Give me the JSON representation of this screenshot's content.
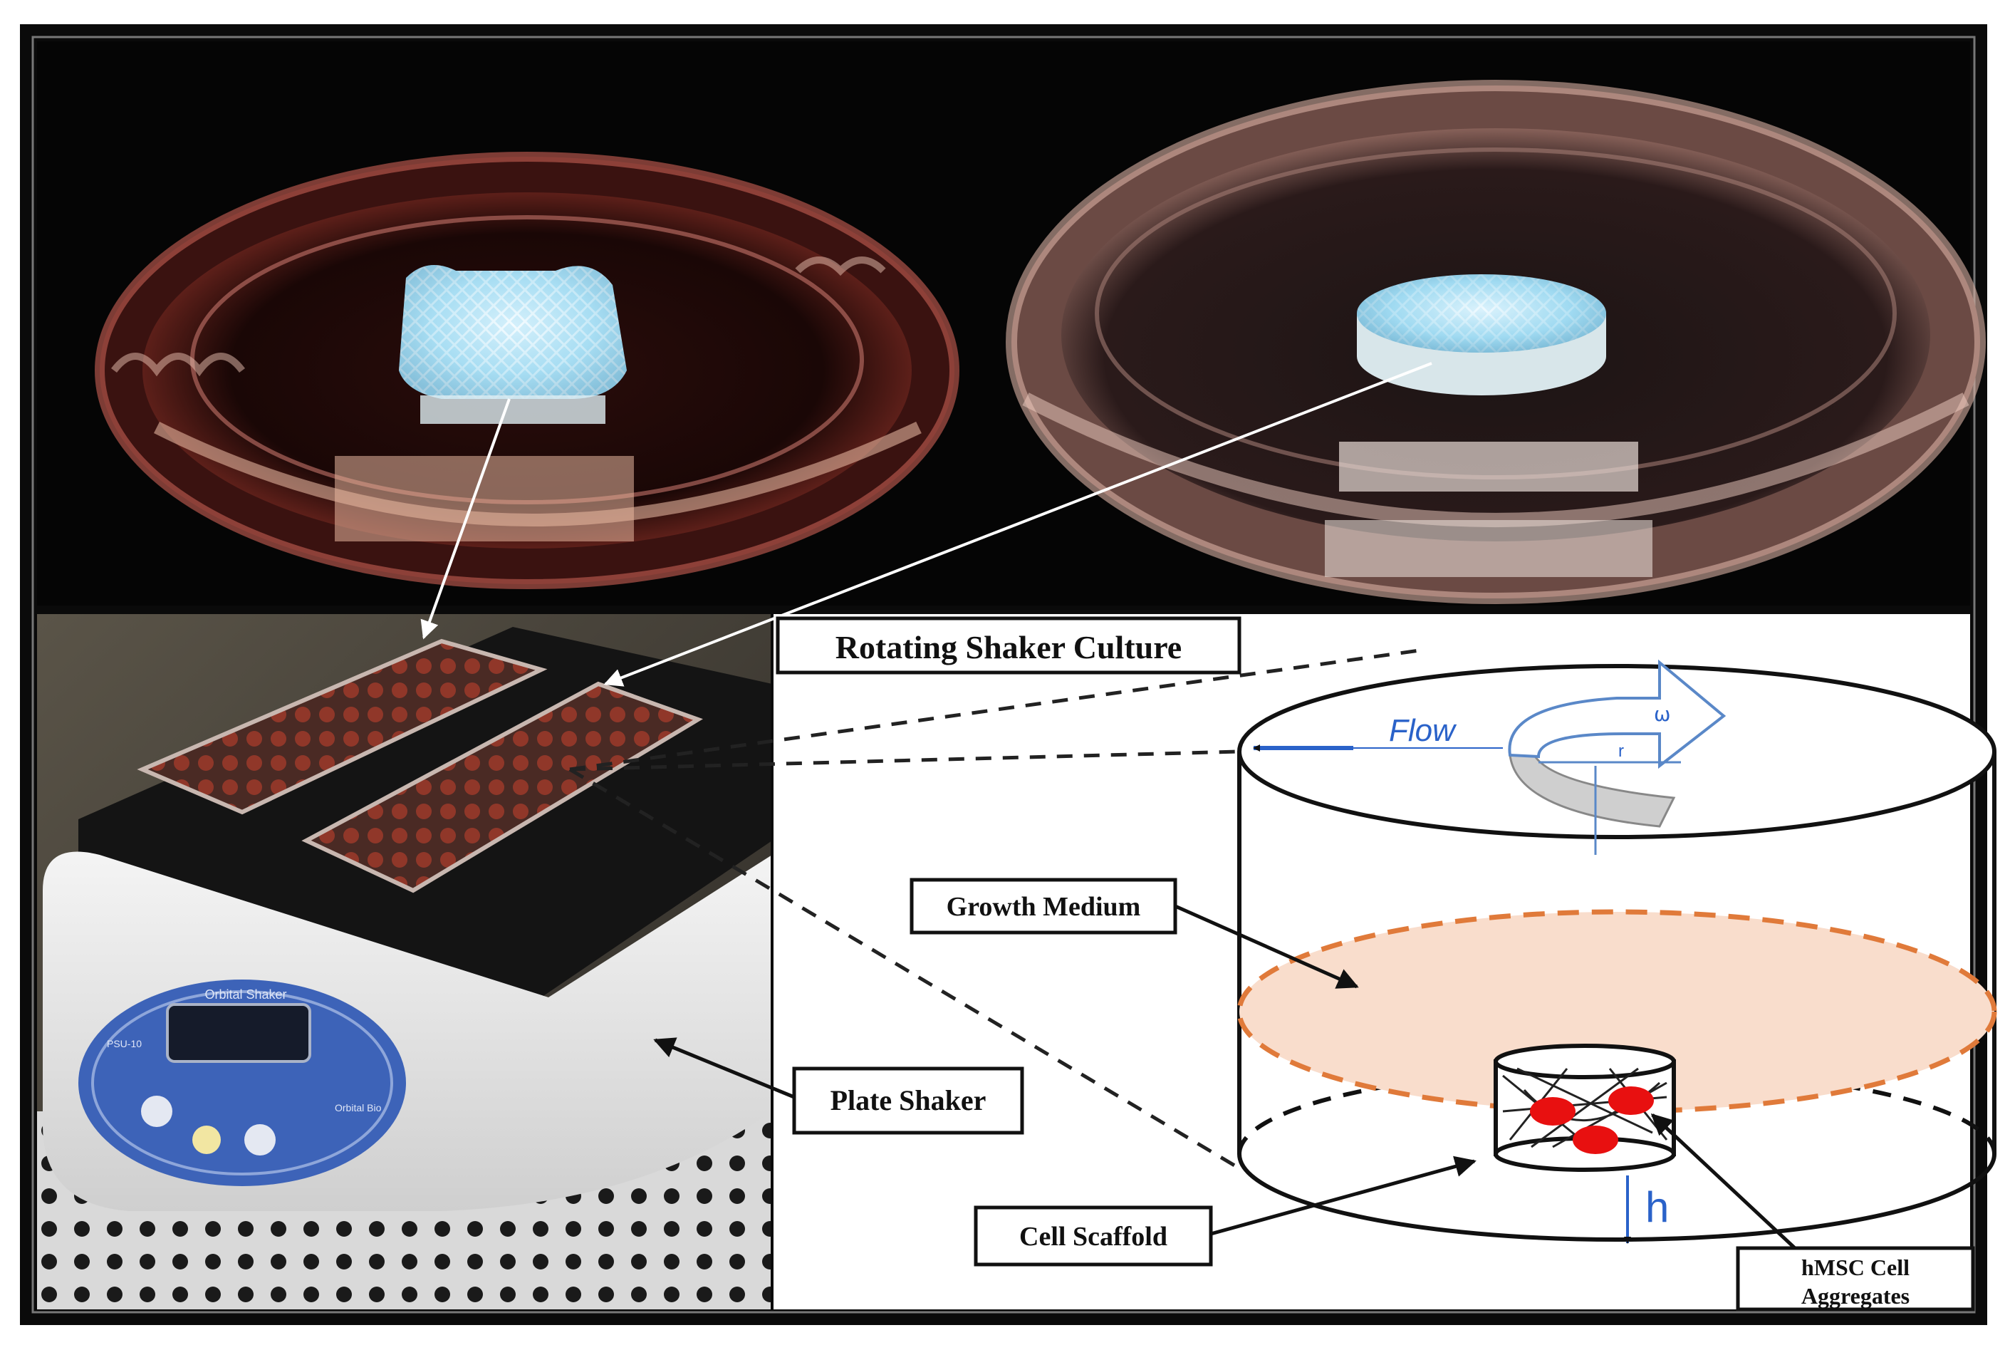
{
  "diagram": {
    "title": "Rotating Shaker Culture",
    "labels": {
      "growth_medium": "Growth Medium",
      "plate_shaker": "Plate Shaker",
      "cell_scaffold": "Cell Scaffold",
      "hmsc_line1": "hMSC Cell",
      "hmsc_line2": "Aggregates"
    },
    "schematic": {
      "flow": "Flow",
      "omega": "ω",
      "radius": "r",
      "height": "h"
    },
    "device": {
      "name_line1": "Orbital Shaker",
      "name_line2": "Orbital Bio",
      "model": "PSU-10"
    }
  },
  "colors": {
    "frame": "#0a0a0a",
    "medium_fill": "#f9ddcc",
    "medium_stroke": "#e07a3a",
    "flow_text": "#2a62c9",
    "aggregate": "#e81010",
    "scaffold_blue": "#8fd3ee",
    "shaker_panel": "#3d63b8",
    "dish_liquid": "#7a2a22"
  }
}
